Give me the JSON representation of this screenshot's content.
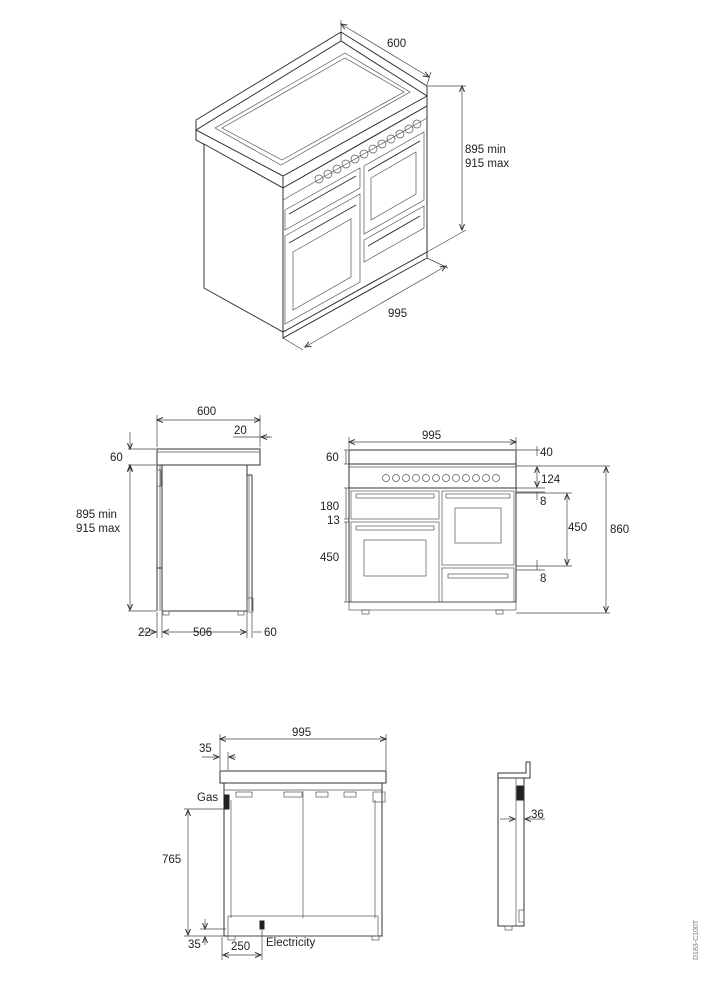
{
  "iso": {
    "depth": "600",
    "height_min": "895 min",
    "height_max": "915 max",
    "width": "995"
  },
  "side": {
    "depth": "600",
    "overhang": "20",
    "top": "60",
    "height_min": "895 min",
    "height_max": "915 max",
    "left": "22",
    "body": "506",
    "right": "60"
  },
  "front": {
    "width": "995",
    "top_left": "60",
    "top_right": "40",
    "panel": "124",
    "gap_a": "8",
    "door_top": "180",
    "spacer": "13",
    "door_bottom": "450",
    "oven_right": "450",
    "gap_b": "8",
    "total": "860"
  },
  "rear": {
    "width": "995",
    "offset": "35",
    "gas_label": "Gas",
    "gas_height": "765",
    "bottom_offset": "35",
    "elec_offset": "250",
    "elec_label": "Electricity"
  },
  "profile": {
    "depth": "36"
  },
  "code": "D183-C100T"
}
